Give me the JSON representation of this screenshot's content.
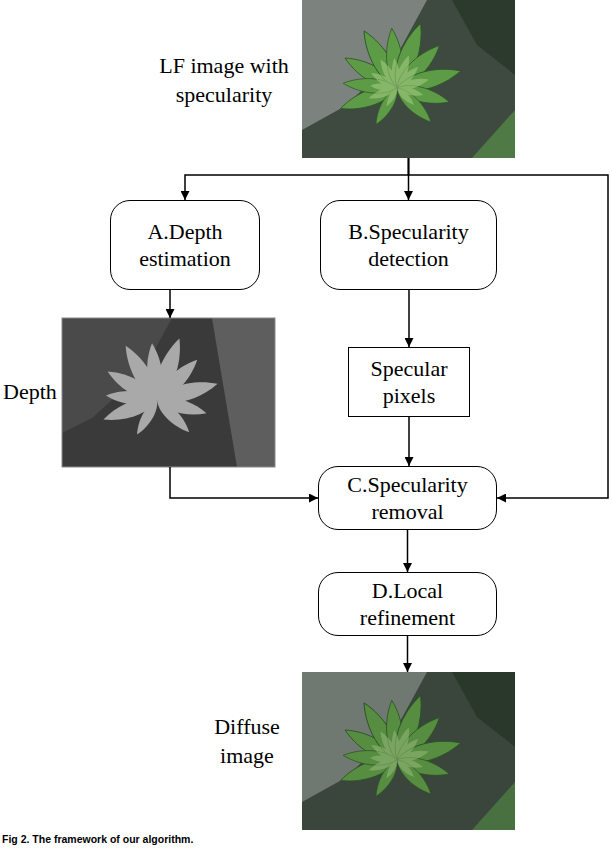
{
  "diagram": {
    "caption": "Fig 2. The framework of our algorithm.",
    "nodes": [
      {
        "text": [
          "LF image with specularity"
        ]
      },
      {
        "text": [
          "A.Depth estimation"
        ]
      },
      {
        "text": [
          "B.Specularity detection"
        ]
      },
      {
        "text": [
          "Depth"
        ]
      },
      {
        "text": [
          "Specular pixels"
        ]
      },
      {
        "text": [
          "C.Specularity removal"
        ]
      },
      {
        "text": [
          "D.Local refinement"
        ]
      },
      {
        "text": [
          "Diffuse image"
        ]
      }
    ],
    "edges": [
      {
        "from": 0,
        "to": 1,
        "arrow": "to"
      },
      {
        "from": 0,
        "to": 2,
        "arrow": "to"
      },
      {
        "from": 0,
        "to": 5,
        "arrow": "to"
      },
      {
        "from": 1,
        "to": 3,
        "arrow": "to"
      },
      {
        "from": 2,
        "to": 4,
        "arrow": "to"
      },
      {
        "from": 3,
        "to": 5,
        "arrow": "to"
      },
      {
        "from": 4,
        "to": 5,
        "arrow": "to"
      },
      {
        "from": 5,
        "to": 6,
        "arrow": "to"
      },
      {
        "from": 6,
        "to": 7,
        "arrow": "to"
      }
    ]
  }
}
